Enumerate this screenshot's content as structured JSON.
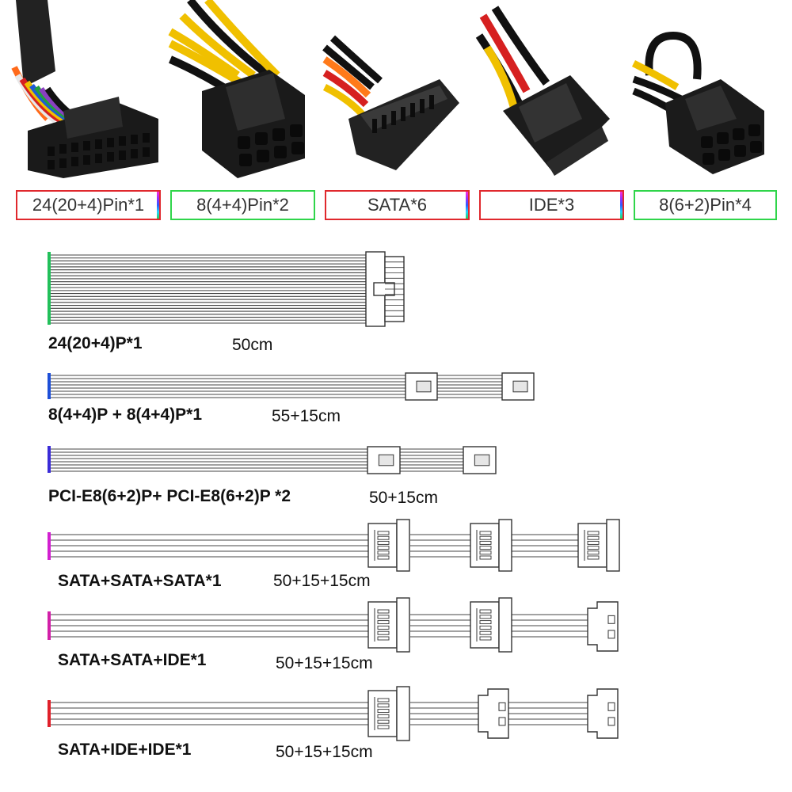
{
  "badges": [
    {
      "label": "24(20+4)Pin*1",
      "border": "#e0282d"
    },
    {
      "label": "8(4+4)Pin*2",
      "border": "#2fd54a"
    },
    {
      "label": "SATA*6",
      "border": "#e0282d"
    },
    {
      "label": "IDE*3",
      "border": "#e0282d"
    },
    {
      "label": "8(6+2)Pin*4",
      "border": "#2fd54a"
    }
  ],
  "cables": [
    {
      "title": "24(20+4)P*1",
      "length": "50cm",
      "end_color": "#22c05a"
    },
    {
      "title": "8(4+4)P + 8(4+4)P*1",
      "length": "55+15cm",
      "end_color": "#1d4fd8"
    },
    {
      "title": "PCI-E8(6+2)P+ PCI-E8(6+2)P *2",
      "length": "50+15cm",
      "end_color": "#3a2bd8"
    },
    {
      "title": "SATA+SATA+SATA*1",
      "length": "50+15+15cm",
      "end_color": "#d21fd0"
    },
    {
      "title": "SATA+SATA+IDE*1",
      "length": "50+15+15cm",
      "end_color": "#d21fa8"
    },
    {
      "title": "SATA+IDE+IDE*1",
      "length": "50+15+15cm",
      "end_color": "#e0202a"
    }
  ],
  "colors": {
    "wire": "#444444",
    "connector_stroke": "#333333",
    "badge_text": "#333333"
  }
}
